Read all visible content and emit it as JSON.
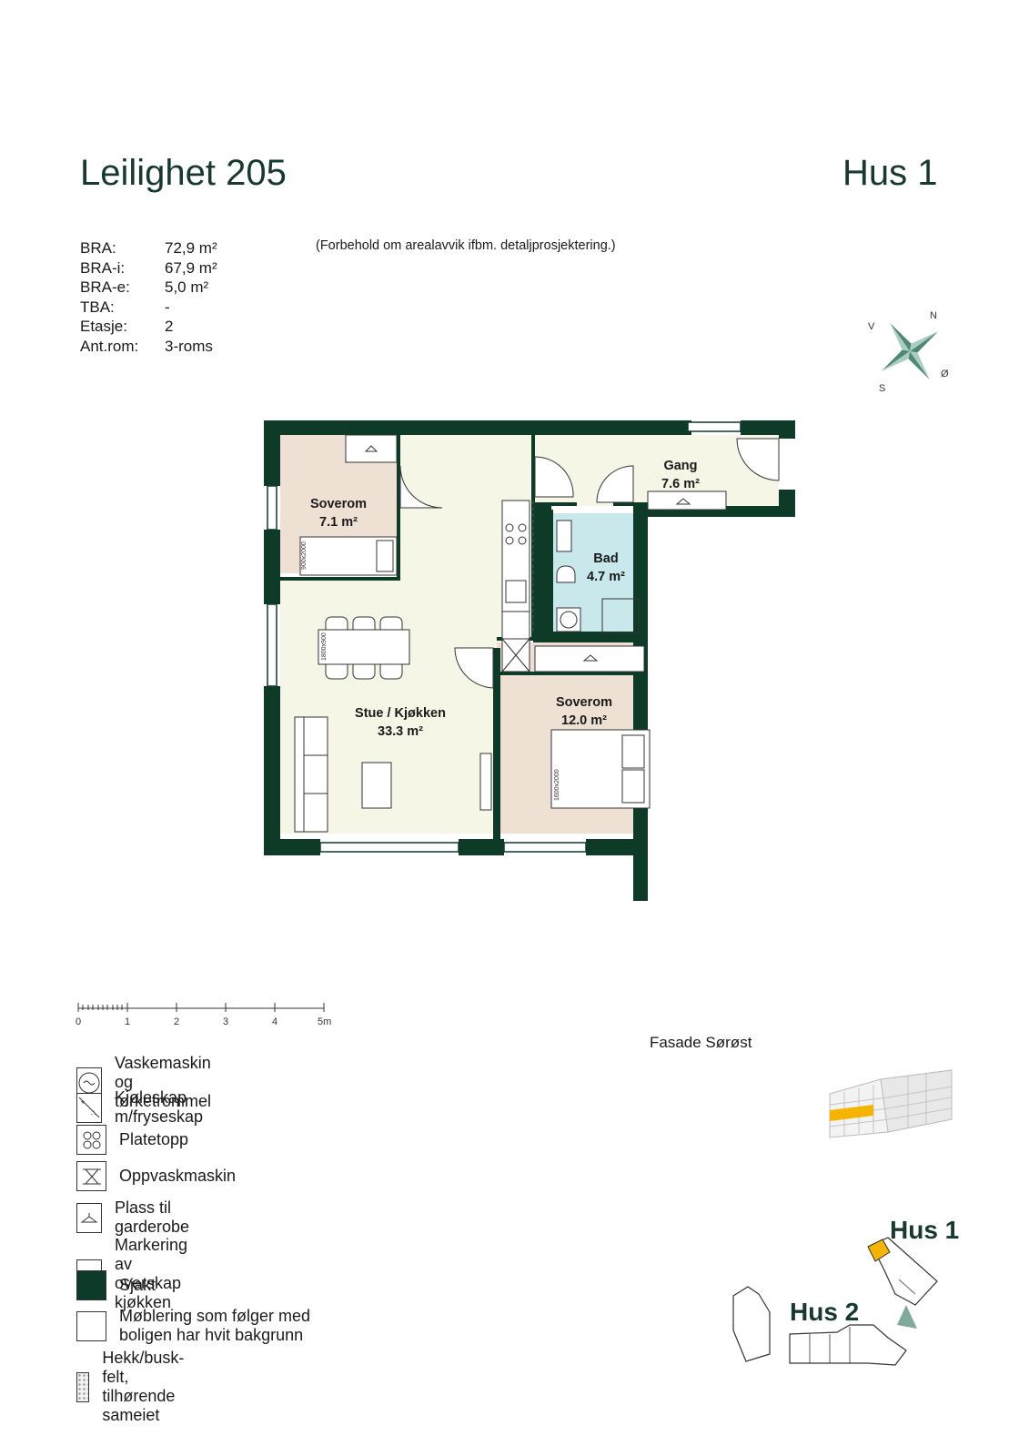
{
  "header": {
    "title": "Leilighet 205",
    "building": "Hus 1",
    "disclaimer": "(Forbehold om arealavvik ifbm. detaljprosjektering.)"
  },
  "specs": [
    {
      "label": "BRA:",
      "value": "72,9 m²"
    },
    {
      "label": "BRA-i:",
      "value": "67,9 m²"
    },
    {
      "label": "BRA-e:",
      "value": "5,0 m²"
    },
    {
      "label": "TBA:",
      "value": "-"
    },
    {
      "label": "Etasje:",
      "value": "2"
    },
    {
      "label": "Ant.rom:",
      "value": "3-roms"
    }
  ],
  "compass": {
    "n": "N",
    "o": "Ø",
    "s": "S",
    "v": "V"
  },
  "rooms": [
    {
      "name": "Soverom",
      "area": "7.1 m²",
      "color": "#efe0d4"
    },
    {
      "name": "Gang",
      "area": "7.6 m²",
      "color": "#f6f6e6"
    },
    {
      "name": "Bad",
      "area": "4.7 m²",
      "color": "#c8e8ec"
    },
    {
      "name": "Stue / Kjøkken",
      "area": "33.3 m²",
      "color": "#f6f6e6"
    },
    {
      "name": "Soverom",
      "area": "12.0 m²",
      "color": "#efe0d4"
    }
  ],
  "bed_labels": {
    "small": "900x2000",
    "large": "1600x2000",
    "table": "1800x900"
  },
  "scale": {
    "ticks": [
      "0",
      "1",
      "2",
      "3",
      "4",
      "5m"
    ]
  },
  "legend": [
    {
      "icon": "washer-icon",
      "text": "Vaskemaskin og tørketrommel"
    },
    {
      "icon": "fridge-icon",
      "text": "Kjøleskap m/fryseskap"
    },
    {
      "icon": "cooktop-icon",
      "text": "Platetopp"
    },
    {
      "icon": "dishwasher-icon",
      "text": "Oppvaskmaskin"
    },
    {
      "icon": "hanger-icon",
      "text": "Plass til garderobe"
    },
    {
      "icon": "dashed-line-icon",
      "text": "Markering av overskap kjøkken"
    },
    {
      "icon": "shaft-icon",
      "text": "Sjakt"
    },
    {
      "icon": "blank-box-icon",
      "text": "Møblering som følger med boligen har hvit bakgrunn"
    },
    {
      "icon": "hedge-icon",
      "text": "Hekk/busk-felt, tilhørende sameiet"
    }
  ],
  "facade_label": "Fasade Sørøst",
  "site": {
    "hus1": "Hus 1",
    "hus2": "Hus 2"
  },
  "colors": {
    "wall": "#0e3b28",
    "accent": "#f5b400",
    "title": "#163a2b"
  }
}
